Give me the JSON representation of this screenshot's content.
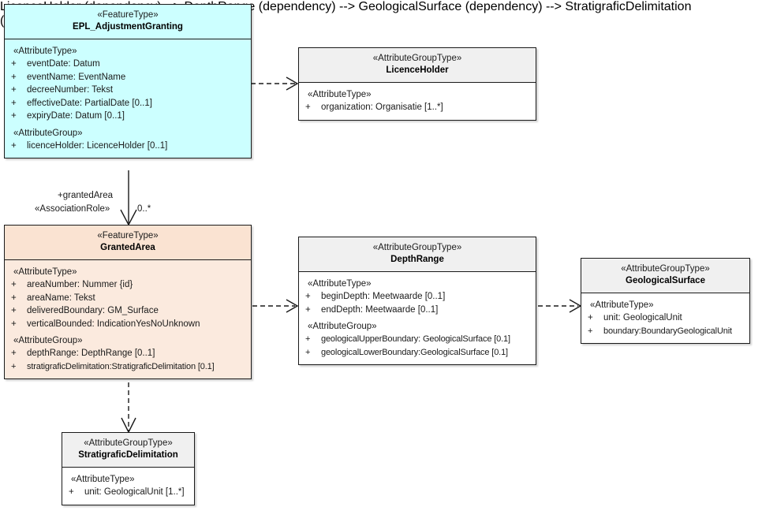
{
  "diagram": {
    "title": "UML class diagram",
    "type": "uml-class-diagram",
    "colors": {
      "feature_type_primary": "#ccffff",
      "feature_type_secondary_header": "#fae3d2",
      "feature_type_secondary_body": "#fbeade",
      "attribute_group_type_header": "#f0f0f0",
      "attribute_group_type_body": "#ffffff",
      "border": "#1a1a1a",
      "text": "#1a1a1a"
    }
  },
  "classes": {
    "epl_adjustment_granting": {
      "stereotype": "«FeatureType»",
      "name": "EPL_AdjustmentGranting",
      "compartments": [
        {
          "label": "«AttributeType»",
          "attributes": [
            {
              "visibility": "+",
              "text": "eventDate: Datum"
            },
            {
              "visibility": "+",
              "text": "eventName: EventName"
            },
            {
              "visibility": "+",
              "text": "decreeNumber: Tekst"
            },
            {
              "visibility": "+",
              "text": "effectiveDate: PartialDate [0..1]"
            },
            {
              "visibility": "+",
              "text": "expiryDate: Datum [0..1]"
            }
          ]
        },
        {
          "label": "«AttributeGroup»",
          "attributes": [
            {
              "visibility": "+",
              "text": "licenceHolder: LicenceHolder [0..1]"
            }
          ]
        }
      ]
    },
    "licence_holder": {
      "stereotype": "«AttributeGroupType»",
      "name": "LicenceHolder",
      "compartments": [
        {
          "label": "«AttributeType»",
          "attributes": [
            {
              "visibility": "+",
              "text": "organization: Organisatie [1..*]"
            }
          ]
        }
      ]
    },
    "granted_area": {
      "stereotype": "«FeatureType»",
      "name": "GrantedArea",
      "compartments": [
        {
          "label": "«AttributeType»",
          "attributes": [
            {
              "visibility": "+",
              "text": "areaNumber: Nummer {id}"
            },
            {
              "visibility": "+",
              "text": "areaName: Tekst"
            },
            {
              "visibility": "+",
              "text": "deliveredBoundary: GM_Surface"
            },
            {
              "visibility": "+",
              "text": "verticalBounded: IndicationYesNoUnknown"
            }
          ]
        },
        {
          "label": "«AttributeGroup»",
          "attributes": [
            {
              "visibility": "+",
              "text": "depthRange: DepthRange [0..1]"
            },
            {
              "visibility": "+",
              "text": "stratigraficDelimitation:StratigraficDelimitation [0.1]"
            }
          ]
        }
      ]
    },
    "depth_range": {
      "stereotype": "«AttributeGroupType»",
      "name": "DepthRange",
      "compartments": [
        {
          "label": "«AttributeType»",
          "attributes": [
            {
              "visibility": "+",
              "text": "beginDepth: Meetwaarde [0..1]"
            },
            {
              "visibility": "+",
              "text": "endDepth: Meetwaarde [0..1]"
            }
          ]
        },
        {
          "label": "«AttributeGroup»",
          "attributes": [
            {
              "visibility": "+",
              "text": "geologicalUpperBoundary: GeologicalSurface [0.1]"
            },
            {
              "visibility": "+",
              "text": "geologicalLowerBoundary:GeologicalSurface [0.1]"
            }
          ]
        }
      ]
    },
    "geological_surface": {
      "stereotype": "«AttributeGroupType»",
      "name": "GeologicalSurface",
      "compartments": [
        {
          "label": "«AttributeType»",
          "attributes": [
            {
              "visibility": "+",
              "text": "unit: GeologicalUnit"
            },
            {
              "visibility": "+",
              "text": "boundary:BoundaryGeologicalUnit"
            }
          ]
        }
      ]
    },
    "stratigrafic_delimitation": {
      "stereotype": "«AttributeGroupType»",
      "name": "StratigraficDelimitation",
      "compartments": [
        {
          "label": "«AttributeType»",
          "attributes": [
            {
              "visibility": "+",
              "text": "unit: GeologicalUnit [1..*]"
            }
          ]
        }
      ]
    }
  },
  "connectors": {
    "granting_to_granted_area": {
      "kind": "association",
      "role_name": "+grantedArea",
      "stereotype": "«AssociationRole»",
      "multiplicity": "0..*"
    },
    "granting_to_licence_holder": {
      "kind": "dependency"
    },
    "granted_area_to_depth_range": {
      "kind": "dependency"
    },
    "depth_range_to_geological_surface": {
      "kind": "dependency"
    },
    "granted_area_to_stratigrafic_delimitation": {
      "kind": "dependency"
    }
  }
}
